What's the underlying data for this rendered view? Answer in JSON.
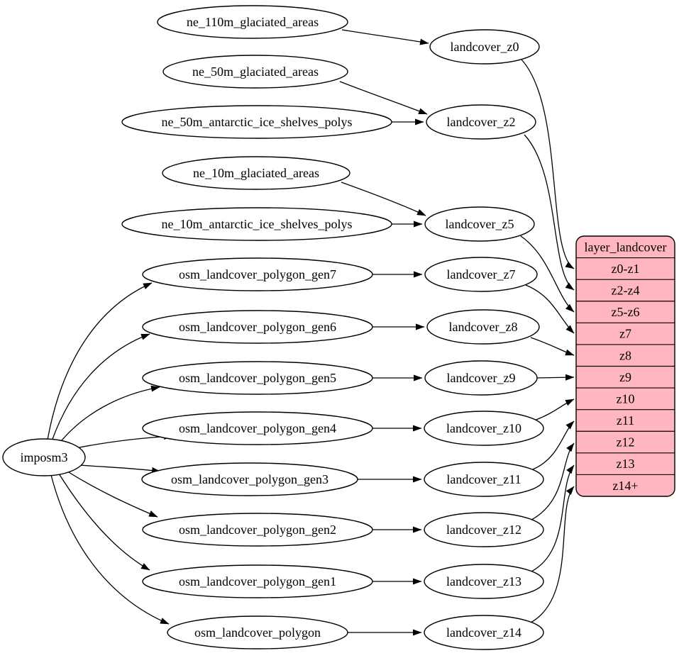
{
  "graph": {
    "background": "#ffffff",
    "edge_color": "#000000",
    "node_style": {
      "fill": "#ffffff",
      "stroke": "#000000"
    },
    "nodes": [
      {
        "id": "imposm3",
        "label": "imposm3"
      },
      {
        "id": "ne_110m_glaciated_areas",
        "label": "ne_110m_glaciated_areas"
      },
      {
        "id": "ne_50m_glaciated_areas",
        "label": "ne_50m_glaciated_areas"
      },
      {
        "id": "ne_50m_antarctic_ice_shelves_polys",
        "label": "ne_50m_antarctic_ice_shelves_polys"
      },
      {
        "id": "ne_10m_glaciated_areas",
        "label": "ne_10m_glaciated_areas"
      },
      {
        "id": "ne_10m_antarctic_ice_shelves_polys",
        "label": "ne_10m_antarctic_ice_shelves_polys"
      },
      {
        "id": "osm_landcover_polygon_gen7",
        "label": "osm_landcover_polygon_gen7"
      },
      {
        "id": "osm_landcover_polygon_gen6",
        "label": "osm_landcover_polygon_gen6"
      },
      {
        "id": "osm_landcover_polygon_gen5",
        "label": "osm_landcover_polygon_gen5"
      },
      {
        "id": "osm_landcover_polygon_gen4",
        "label": "osm_landcover_polygon_gen4"
      },
      {
        "id": "osm_landcover_polygon_gen3",
        "label": "osm_landcover_polygon_gen3"
      },
      {
        "id": "osm_landcover_polygon_gen2",
        "label": "osm_landcover_polygon_gen2"
      },
      {
        "id": "osm_landcover_polygon_gen1",
        "label": "osm_landcover_polygon_gen1"
      },
      {
        "id": "osm_landcover_polygon",
        "label": "osm_landcover_polygon"
      },
      {
        "id": "landcover_z0",
        "label": "landcover_z0"
      },
      {
        "id": "landcover_z2",
        "label": "landcover_z2"
      },
      {
        "id": "landcover_z5",
        "label": "landcover_z5"
      },
      {
        "id": "landcover_z7",
        "label": "landcover_z7"
      },
      {
        "id": "landcover_z8",
        "label": "landcover_z8"
      },
      {
        "id": "landcover_z9",
        "label": "landcover_z9"
      },
      {
        "id": "landcover_z10",
        "label": "landcover_z10"
      },
      {
        "id": "landcover_z11",
        "label": "landcover_z11"
      },
      {
        "id": "landcover_z12",
        "label": "landcover_z12"
      },
      {
        "id": "landcover_z13",
        "label": "landcover_z13"
      },
      {
        "id": "landcover_z14",
        "label": "landcover_z14"
      }
    ],
    "table": {
      "id": "layer_landcover",
      "title": "layer_landcover",
      "fill": "#ffb6c1",
      "stroke": "#000000",
      "rows": [
        "z0-z1",
        "z2-z4",
        "z5-z6",
        "z7",
        "z8",
        "z9",
        "z10",
        "z11",
        "z12",
        "z13",
        "z14+"
      ]
    },
    "edges": [
      {
        "from": "imposm3",
        "to": "osm_landcover_polygon_gen7"
      },
      {
        "from": "imposm3",
        "to": "osm_landcover_polygon_gen6"
      },
      {
        "from": "imposm3",
        "to": "osm_landcover_polygon_gen5"
      },
      {
        "from": "imposm3",
        "to": "osm_landcover_polygon_gen4"
      },
      {
        "from": "imposm3",
        "to": "osm_landcover_polygon_gen3"
      },
      {
        "from": "imposm3",
        "to": "osm_landcover_polygon_gen2"
      },
      {
        "from": "imposm3",
        "to": "osm_landcover_polygon_gen1"
      },
      {
        "from": "imposm3",
        "to": "osm_landcover_polygon"
      },
      {
        "from": "ne_110m_glaciated_areas",
        "to": "landcover_z0"
      },
      {
        "from": "ne_50m_glaciated_areas",
        "to": "landcover_z2"
      },
      {
        "from": "ne_50m_antarctic_ice_shelves_polys",
        "to": "landcover_z2"
      },
      {
        "from": "ne_10m_glaciated_areas",
        "to": "landcover_z5"
      },
      {
        "from": "ne_10m_antarctic_ice_shelves_polys",
        "to": "landcover_z5"
      },
      {
        "from": "osm_landcover_polygon_gen7",
        "to": "landcover_z7"
      },
      {
        "from": "osm_landcover_polygon_gen6",
        "to": "landcover_z8"
      },
      {
        "from": "osm_landcover_polygon_gen5",
        "to": "landcover_z9"
      },
      {
        "from": "osm_landcover_polygon_gen4",
        "to": "landcover_z10"
      },
      {
        "from": "osm_landcover_polygon_gen3",
        "to": "landcover_z11"
      },
      {
        "from": "osm_landcover_polygon_gen2",
        "to": "landcover_z12"
      },
      {
        "from": "osm_landcover_polygon_gen1",
        "to": "landcover_z13"
      },
      {
        "from": "osm_landcover_polygon",
        "to": "landcover_z14"
      },
      {
        "from": "landcover_z0",
        "to": "layer_landcover:z0-z1"
      },
      {
        "from": "landcover_z2",
        "to": "layer_landcover:z2-z4"
      },
      {
        "from": "landcover_z5",
        "to": "layer_landcover:z5-z6"
      },
      {
        "from": "landcover_z7",
        "to": "layer_landcover:z7"
      },
      {
        "from": "landcover_z8",
        "to": "layer_landcover:z8"
      },
      {
        "from": "landcover_z9",
        "to": "layer_landcover:z9"
      },
      {
        "from": "landcover_z10",
        "to": "layer_landcover:z10"
      },
      {
        "from": "landcover_z11",
        "to": "layer_landcover:z11"
      },
      {
        "from": "landcover_z12",
        "to": "layer_landcover:z12"
      },
      {
        "from": "landcover_z13",
        "to": "layer_landcover:z13"
      },
      {
        "from": "landcover_z14",
        "to": "layer_landcover:z14+"
      }
    ]
  }
}
